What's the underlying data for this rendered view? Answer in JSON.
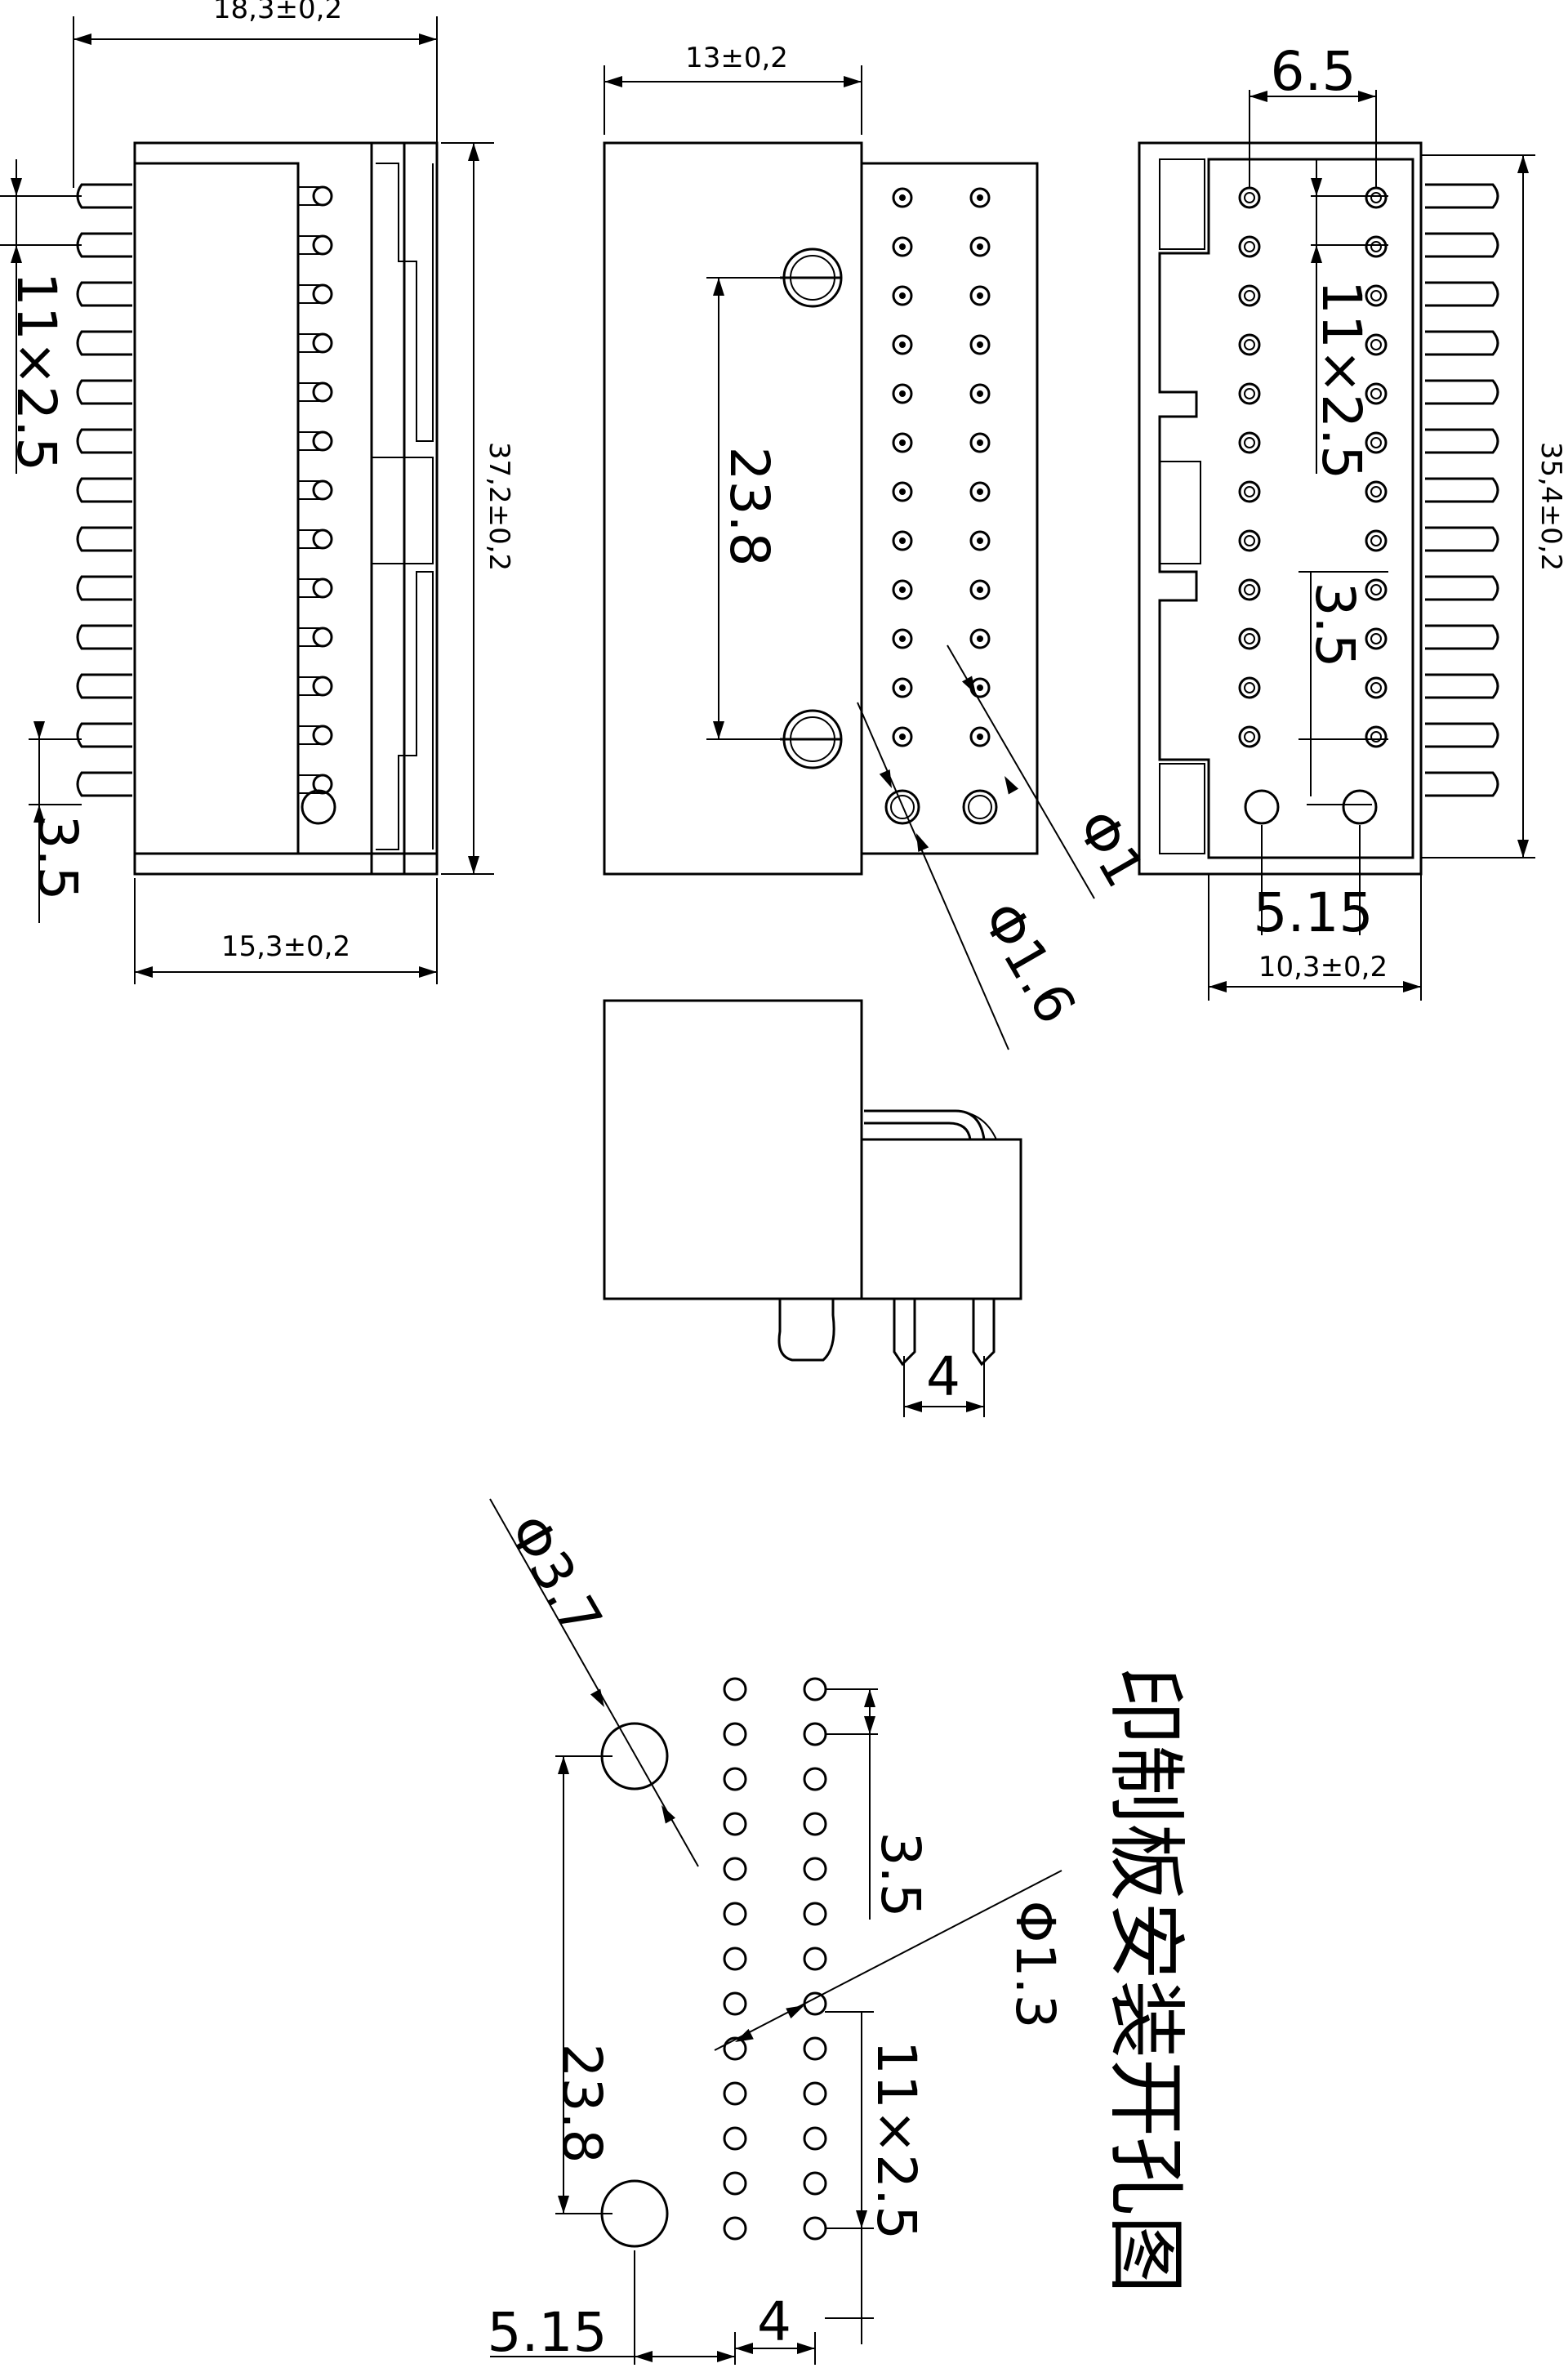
{
  "dimensions": {
    "top_left_width": "18,3±0,2",
    "left_bottom_width": "15,3±0,2",
    "left_height": "37,2±0,2",
    "left_pitch": "11×2.5",
    "left_offset": "3.5",
    "mid_width": "13±0,2",
    "mid_mount_span": "23.8",
    "mid_small_hole": "Φ1",
    "mid_big_hole": "Φ1.6",
    "right_row_span": "6.5",
    "right_pitch": "11×2.5",
    "right_offset": "3.5",
    "right_height": "35,4±0,2",
    "right_width": "10,3±0,2",
    "right_spacing": "5.15",
    "side_pin_pitch": "4",
    "pcb_mount_hole": "Φ3.7",
    "pcb_mount_span": "23.8",
    "pcb_offset": "3.5",
    "pcb_hole": "Φ1.3",
    "pcb_pitch": "11×2.5",
    "pcb_spacing": "5.15",
    "pcb_row_spacing": "4"
  },
  "caption": "印制板安装开孔图"
}
